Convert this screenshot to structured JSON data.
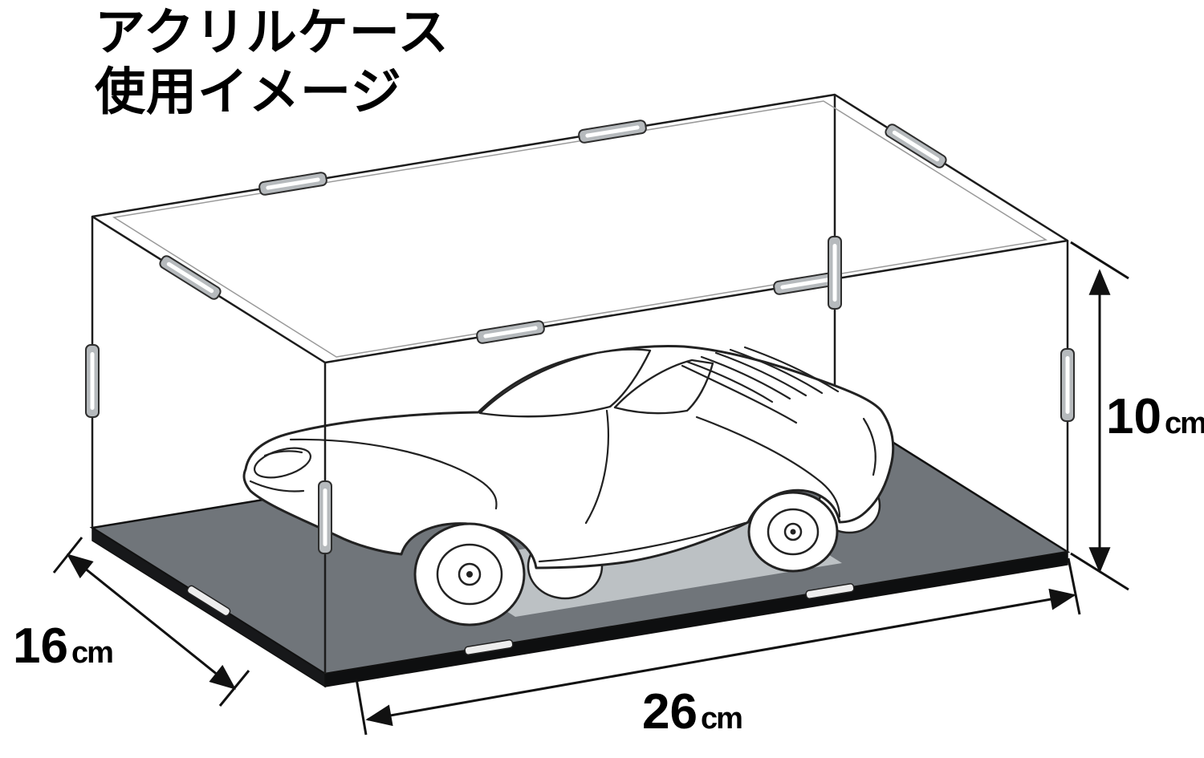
{
  "title": {
    "line1": "アクリルケース",
    "line2": "使用イメージ"
  },
  "dimensions": {
    "width": {
      "value": "26",
      "unit": "cm"
    },
    "depth": {
      "value": "16",
      "unit": "cm"
    },
    "height": {
      "value": "10",
      "unit": "cm"
    }
  },
  "colors": {
    "line": "#1c1c1c",
    "base_floor": "#70757a",
    "base_shine": "#bcc1c4",
    "base_side": "#17181a",
    "tab_fill": "#b6babd",
    "background": "#ffffff"
  }
}
